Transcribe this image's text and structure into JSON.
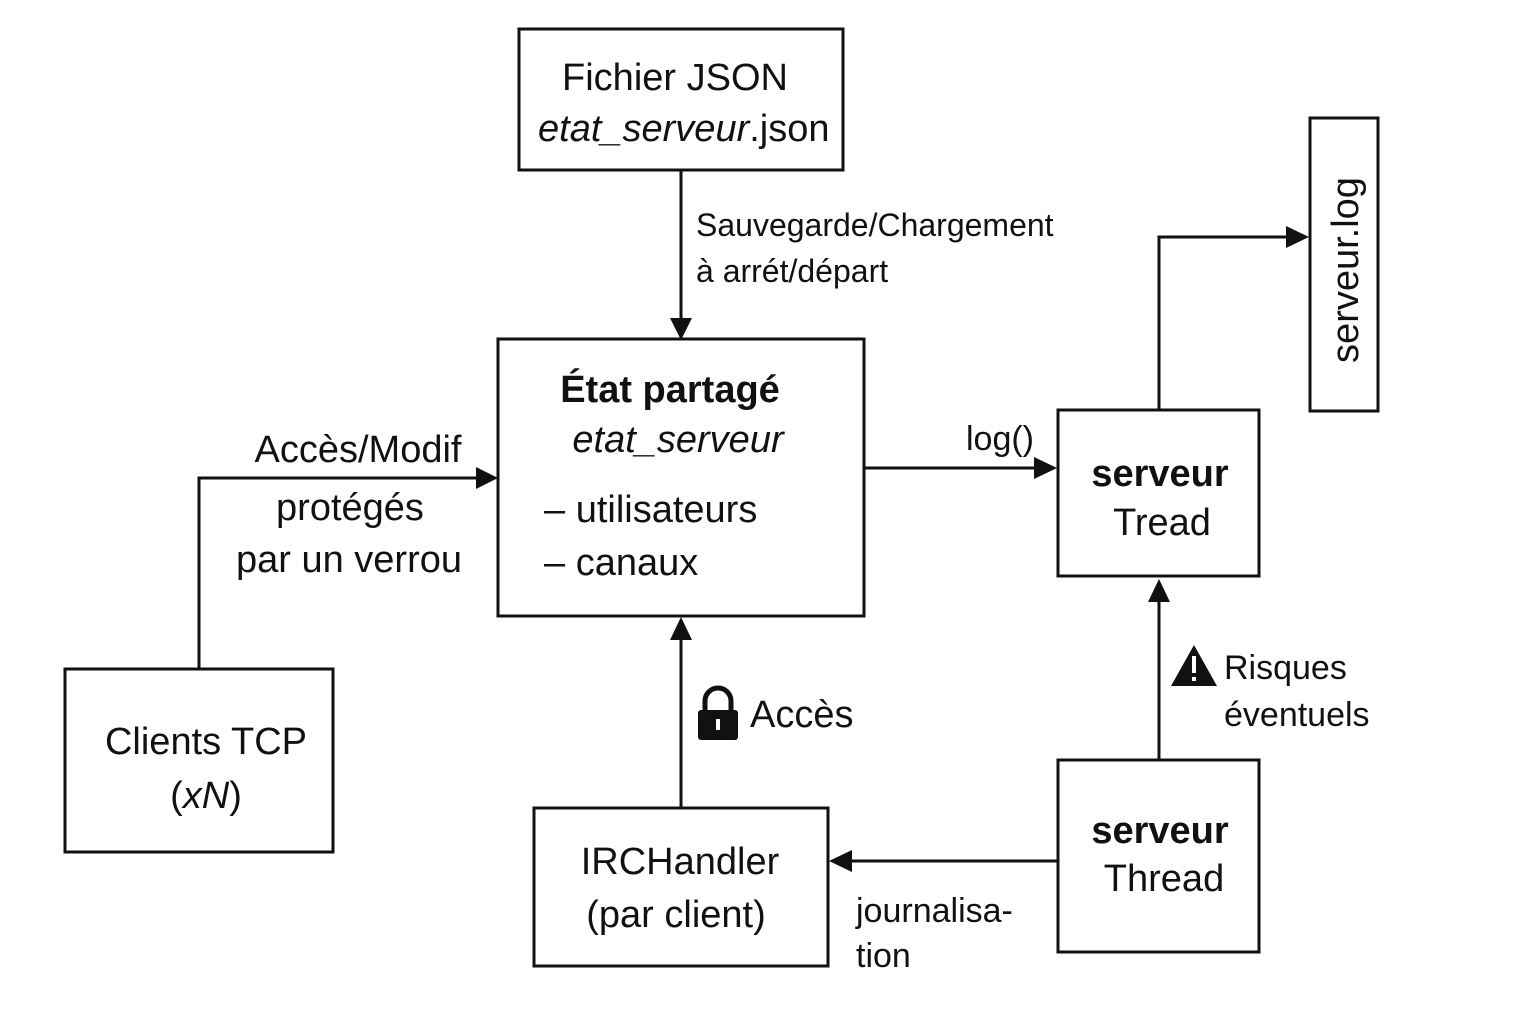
{
  "nodes": {
    "json_file": {
      "title": "Fichier JSON",
      "filename_italic": "etat_serveur",
      "filename_ext": ".json"
    },
    "shared_state": {
      "title": "État partagé",
      "subtitle": "etat_serveur",
      "item_1": "– utilisateurs",
      "item_2": "– canaux"
    },
    "log_file": {
      "label": "serveur.log"
    },
    "server_tread": {
      "title": "serveur",
      "subtitle": "Tread"
    },
    "server_thread": {
      "title": "serveur",
      "subtitle": "Thread"
    },
    "clients": {
      "line_1": "Clients TCP",
      "paren_open": "(",
      "count_italic": "xN",
      "paren_close": ")"
    },
    "irc_handler": {
      "line_1": "IRCHandler",
      "line_2": "(par client)"
    }
  },
  "edges": {
    "json_to_state": {
      "line_1": "Sauvegarde/Chargement",
      "line_2": "à arrét/départ"
    },
    "clients_to_state": {
      "line_1": "Accès/Modif",
      "line_2": "protégés",
      "line_3": "par un verrou"
    },
    "state_to_server": {
      "label": "log()"
    },
    "handler_to_state": {
      "label": "Accès",
      "icon": "lock-icon"
    },
    "thread_to_tread": {
      "line_1": "Risques",
      "line_2": "éventuels",
      "icon": "warning-icon"
    },
    "thread_to_handler": {
      "line_1": "journalisa-",
      "line_2": "tion"
    }
  },
  "colors": {
    "ink": "#111111",
    "background": "#ffffff"
  }
}
